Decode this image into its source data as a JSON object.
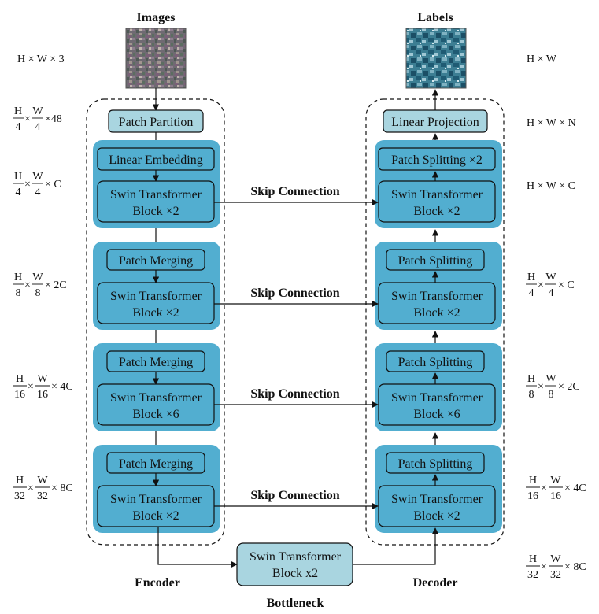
{
  "titles": {
    "images": "Images",
    "labels": "Labels"
  },
  "section_labels": {
    "encoder": "Encoder",
    "decoder": "Decoder",
    "bottleneck": "Bottleneck"
  },
  "skip_label": "Skip Connection",
  "encoder": {
    "patch_partition": "Patch Partition",
    "linear_embedding": "Linear Embedding",
    "patch_merging": "Patch Merging",
    "swin_line1": "Swin Transformer",
    "stage_blocks": [
      "Block ×2",
      "Block ×2",
      "Block ×6",
      "Block ×2"
    ]
  },
  "decoder": {
    "linear_projection": "Linear Projection",
    "patch_splitting_x2": "Patch Splitting ×2",
    "patch_splitting": "Patch Splitting",
    "swin_line1": "Swin Transformer",
    "stage_blocks": [
      "Block ×2",
      "Block ×2",
      "Block ×6",
      "Block ×2"
    ]
  },
  "bottleneck": {
    "line1": "Swin Transformer",
    "line2": "Block x2"
  },
  "left_dims": {
    "input": "H × W × 3",
    "d1": {
      "h": "H",
      "hd": "4",
      "w": "W",
      "wd": "4",
      "tail": "×48"
    },
    "d2": {
      "h": "H",
      "hd": "4",
      "w": "W",
      "wd": "4",
      "tail": "× C"
    },
    "d3": {
      "h": "H",
      "hd": "8",
      "w": "W",
      "wd": "8",
      "tail": "× 2C"
    },
    "d4": {
      "h": "H",
      "hd": "16",
      "w": "W",
      "wd": "16",
      "tail": "× 4C"
    },
    "d5": {
      "h": "H",
      "hd": "32",
      "w": "W",
      "wd": "32",
      "tail": "× 8C"
    }
  },
  "right_dims": {
    "r0": "H × W",
    "r1": "H × W × N",
    "r2": "H × W × C",
    "r3": {
      "h": "H",
      "hd": "4",
      "w": "W",
      "wd": "4",
      "tail": "× C"
    },
    "r4": {
      "h": "H",
      "hd": "8",
      "w": "W",
      "wd": "8",
      "tail": "× 2C"
    },
    "r5": {
      "h": "H",
      "hd": "16",
      "w": "W",
      "wd": "16",
      "tail": "× 4C"
    },
    "r6": {
      "h": "H",
      "hd": "32",
      "w": "W",
      "wd": "32",
      "tail": "× 8C"
    }
  },
  "colors": {
    "stage_fill": "#52aed0",
    "light_box": "#a9d5e0",
    "line": "#111111"
  },
  "icons": {
    "input_image": "aerial-image-thumbnail",
    "label_image": "segmentation-mask-thumbnail"
  }
}
